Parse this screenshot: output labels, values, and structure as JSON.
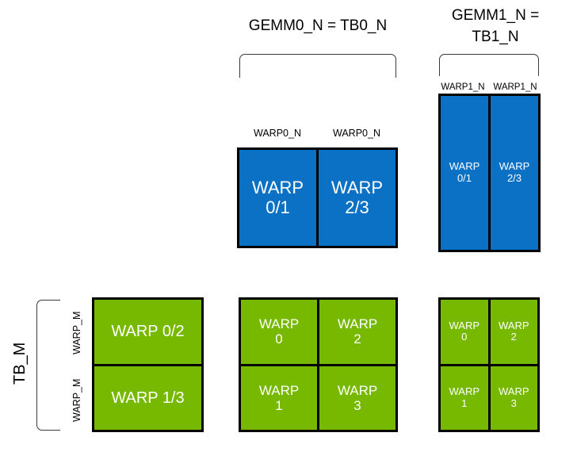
{
  "diagram": {
    "title_gemm0": "GEMM0_N = TB0_N",
    "title_gemm1_line1": "GEMM1_N =",
    "title_gemm1_line2": "TB1_N",
    "tb_m_label": "TB_M",
    "warp_m_label_top": "WARP_M",
    "warp_m_label_bottom": "WARP_M",
    "warp0_n_caption_left": "WARP0_N",
    "warp0_n_caption_right": "WARP0_N",
    "warp1_n_caption_left": "WARP1_N",
    "warp1_n_caption_right": "WARP1_N",
    "colors": {
      "blue": "#0A71C5",
      "green": "#76B900",
      "border": "#000000",
      "bracket": "#3a3a3a",
      "text_on_fill": "#ffffff",
      "text": "#000000",
      "background": "#ffffff"
    },
    "blocks": {
      "gemm0_blue": {
        "rows": 1,
        "cols": 2,
        "cells": [
          {
            "line1": "WARP",
            "line2": "0/1"
          },
          {
            "line1": "WARP",
            "line2": "2/3"
          }
        ]
      },
      "gemm1_blue": {
        "rows": 1,
        "cols": 2,
        "cells": [
          {
            "line1": "WARP",
            "line2": "0/1"
          },
          {
            "line1": "WARP",
            "line2": "2/3"
          }
        ]
      },
      "left_green": {
        "rows": 2,
        "cols": 1,
        "cells": [
          {
            "line1": "WARP 0/2",
            "line2": ""
          },
          {
            "line1": "WARP 1/3",
            "line2": ""
          }
        ]
      },
      "middle_green": {
        "rows": 2,
        "cols": 2,
        "cells": [
          {
            "line1": "WARP",
            "line2": "0"
          },
          {
            "line1": "WARP",
            "line2": "2"
          },
          {
            "line1": "WARP",
            "line2": "1"
          },
          {
            "line1": "WARP",
            "line2": "3"
          }
        ]
      },
      "right_green": {
        "rows": 2,
        "cols": 2,
        "cells": [
          {
            "line1": "WARP",
            "line2": "0"
          },
          {
            "line1": "WARP",
            "line2": "2"
          },
          {
            "line1": "WARP",
            "line2": "1"
          },
          {
            "line1": "WARP",
            "line2": "3"
          }
        ]
      }
    }
  }
}
